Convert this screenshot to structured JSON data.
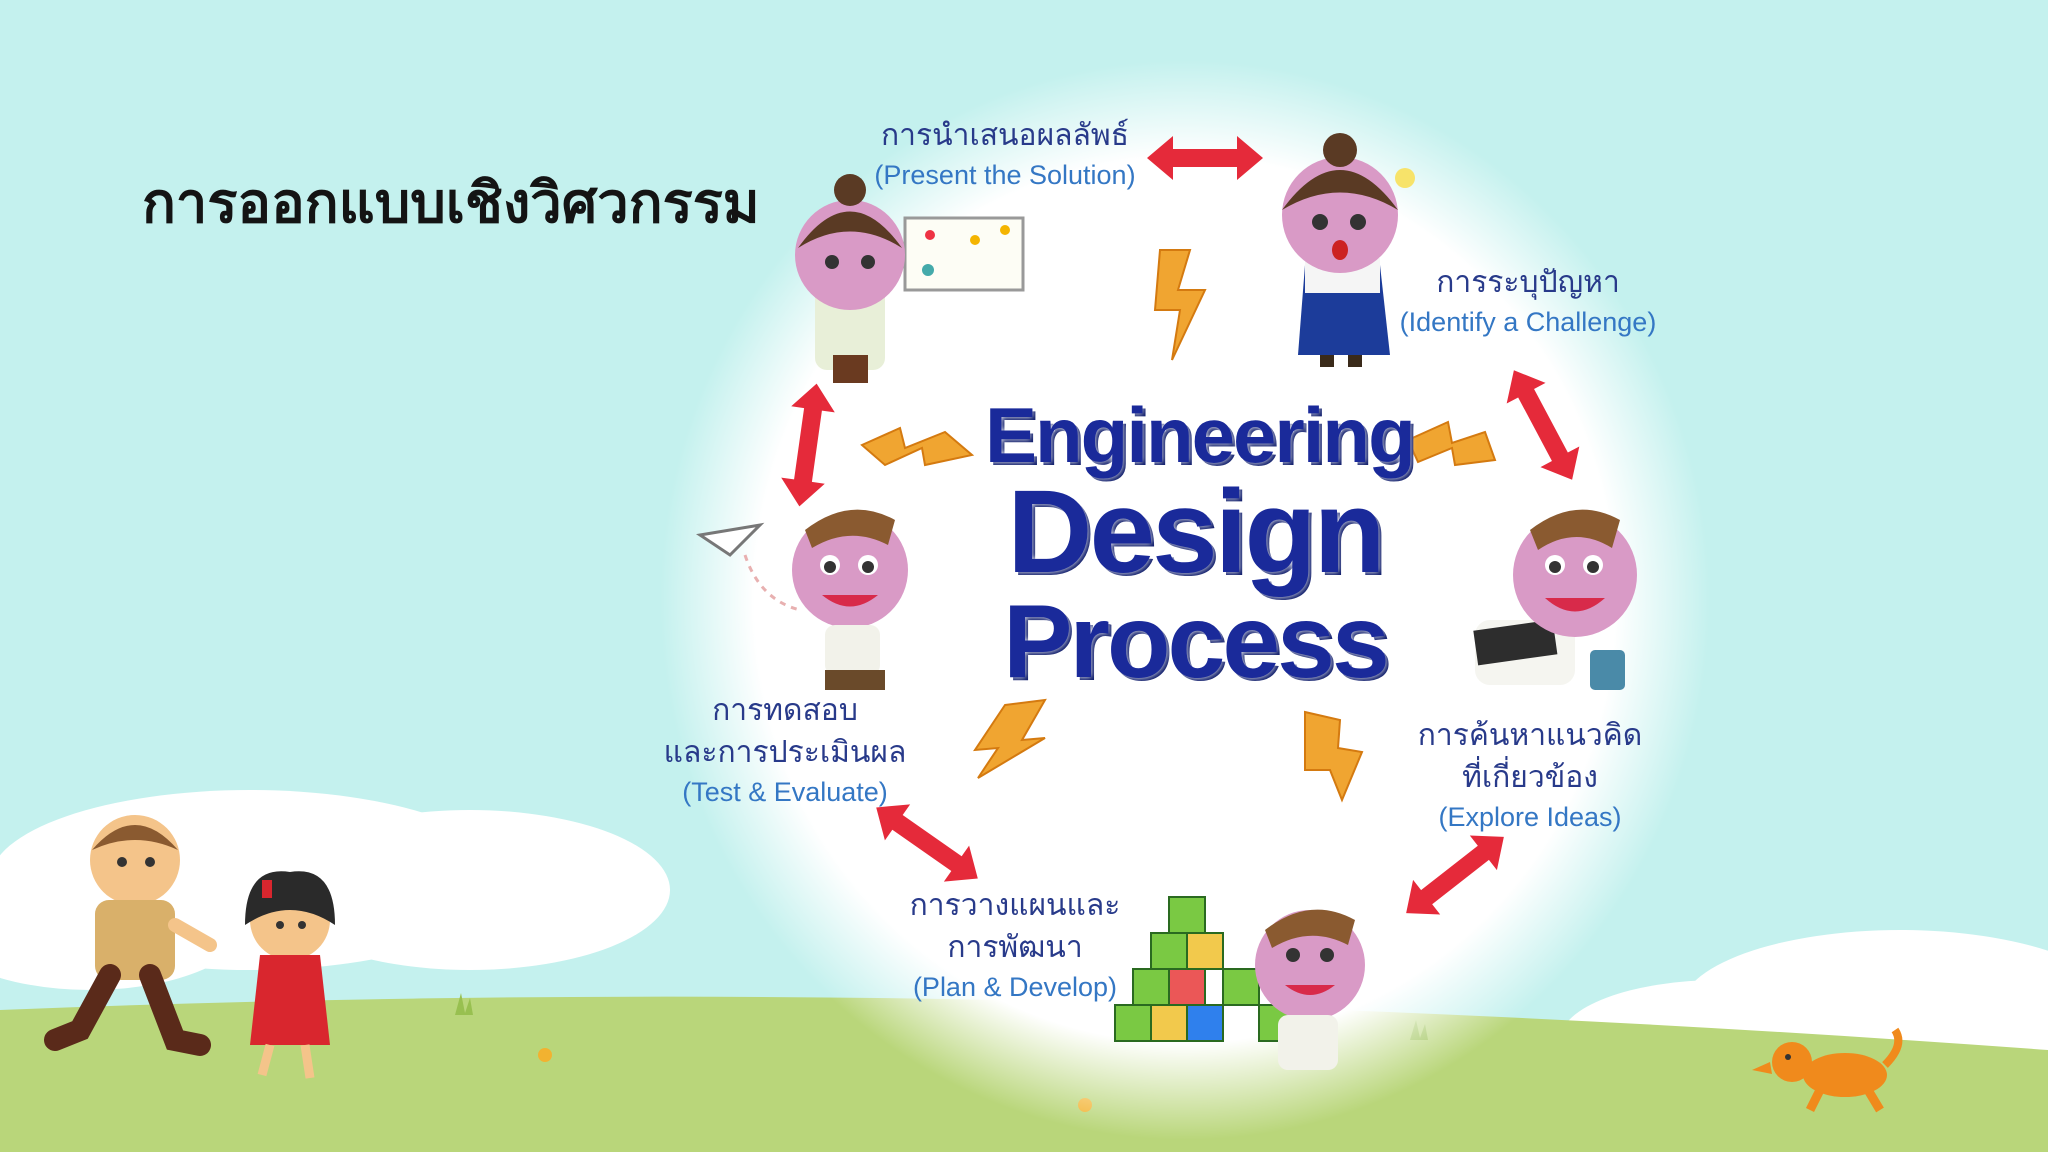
{
  "slide": {
    "title": "การออกแบบเชิงวิศวกรรม"
  },
  "diagram": {
    "center": {
      "line1": "Engineering",
      "line2": "Design",
      "line3": "Process"
    },
    "steps": [
      {
        "thai_line1": "การนำเสนอผลลัพธ์",
        "thai_line2": "",
        "english": "(Present the Solution)"
      },
      {
        "thai_line1": "การระบุปัญหา",
        "thai_line2": "",
        "english": "(Identify a Challenge)"
      },
      {
        "thai_line1": "การค้นหาแนวคิด",
        "thai_line2": "ที่เกี่ยวข้อง",
        "english": "(Explore Ideas)"
      },
      {
        "thai_line1": "การวางแผนและ",
        "thai_line2": "การพัฒนา",
        "english": "(Plan & Develop)"
      },
      {
        "thai_line1": "การทดสอบ",
        "thai_line2": "และการประเมินผล",
        "english": "(Test & Evaluate)"
      }
    ],
    "colors": {
      "sky": "#c4f1ee",
      "grass": "#b9d67a",
      "arrow": "#e52a3a",
      "bolt": "#f0a531",
      "title_blue": "#1a2a9a",
      "label_blue": "#2c3a8c",
      "english_blue": "#3477c4"
    }
  }
}
